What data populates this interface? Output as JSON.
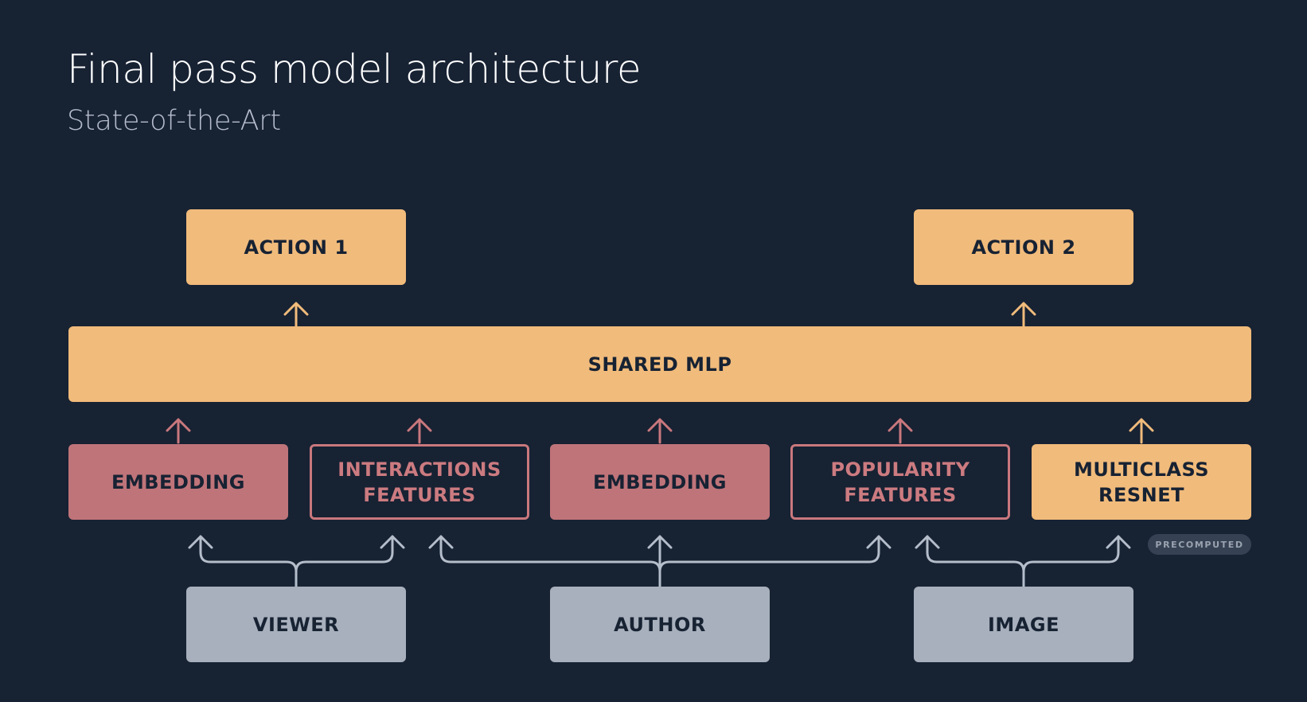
{
  "slide": {
    "title": "Final pass model architecture",
    "subtitle": "State-of-the-Art"
  },
  "nodes": {
    "action1": "ACTION 1",
    "action2": "ACTION 2",
    "shared_mlp": "SHARED MLP",
    "embedding_1": "EMBEDDING",
    "interactions_features": "INTERACTIONS\nFEATURES",
    "embedding_2": "EMBEDDING",
    "popularity_features": "POPULARITY\nFEATURES",
    "multiclass_resnet": "MULTICLASS\nRESNET",
    "viewer": "VIEWER",
    "author": "AUTHOR",
    "image": "IMAGE"
  },
  "badges": {
    "precomputed": "PRECOMPUTED"
  },
  "colors": {
    "background": "#172233",
    "orange": "#f1bb7b",
    "pink": "#bf7479",
    "gray": "#a7b0bc",
    "connector_light": "#b4bdca"
  }
}
